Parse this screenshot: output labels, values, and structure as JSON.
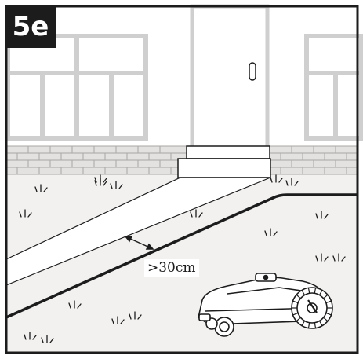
{
  "figure": {
    "step_label": "5e",
    "distance_label": ">30cm",
    "colors": {
      "line": "#1c1c1c",
      "wall": "#ffffff",
      "ground": "#f2f1f0",
      "path": "#ffffff",
      "brick": "#d9d7d5",
      "mower_body": "#ffffff"
    },
    "icons": [
      "window",
      "door",
      "brick-wall",
      "step",
      "grass-tuft",
      "double-arrow",
      "robot-mower"
    ]
  }
}
